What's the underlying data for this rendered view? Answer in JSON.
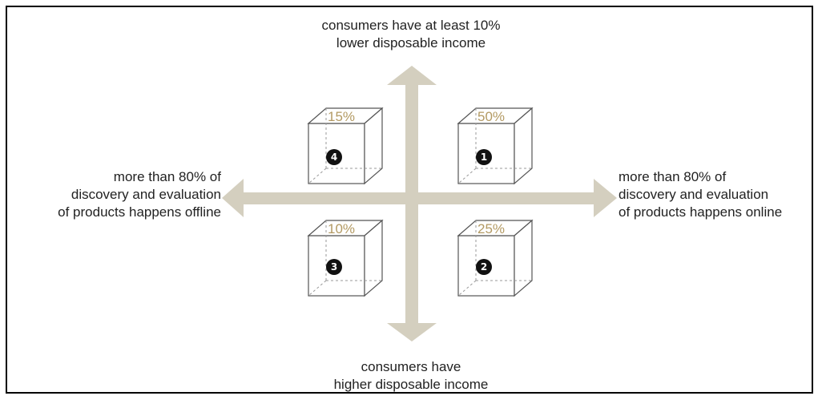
{
  "axes": {
    "top": [
      "consumers have at least 10%",
      "lower disposable income"
    ],
    "bottom": [
      "consumers have",
      "higher disposable income"
    ],
    "left": [
      "more than 80% of",
      "discovery and evaluation",
      "of products happens offline"
    ],
    "right": [
      "more than 80% of",
      "discovery and evaluation",
      "of products happens online"
    ]
  },
  "quadrants": [
    {
      "number": "1",
      "percent": "50%",
      "position": "top-right"
    },
    {
      "number": "2",
      "percent": "25%",
      "position": "bottom-right"
    },
    {
      "number": "3",
      "percent": "10%",
      "position": "bottom-left"
    },
    {
      "number": "4",
      "percent": "15%",
      "position": "top-left"
    }
  ],
  "colors": {
    "arrow": "#d4cfbf",
    "percent_text": "#b39a63",
    "badge": "#111111"
  }
}
